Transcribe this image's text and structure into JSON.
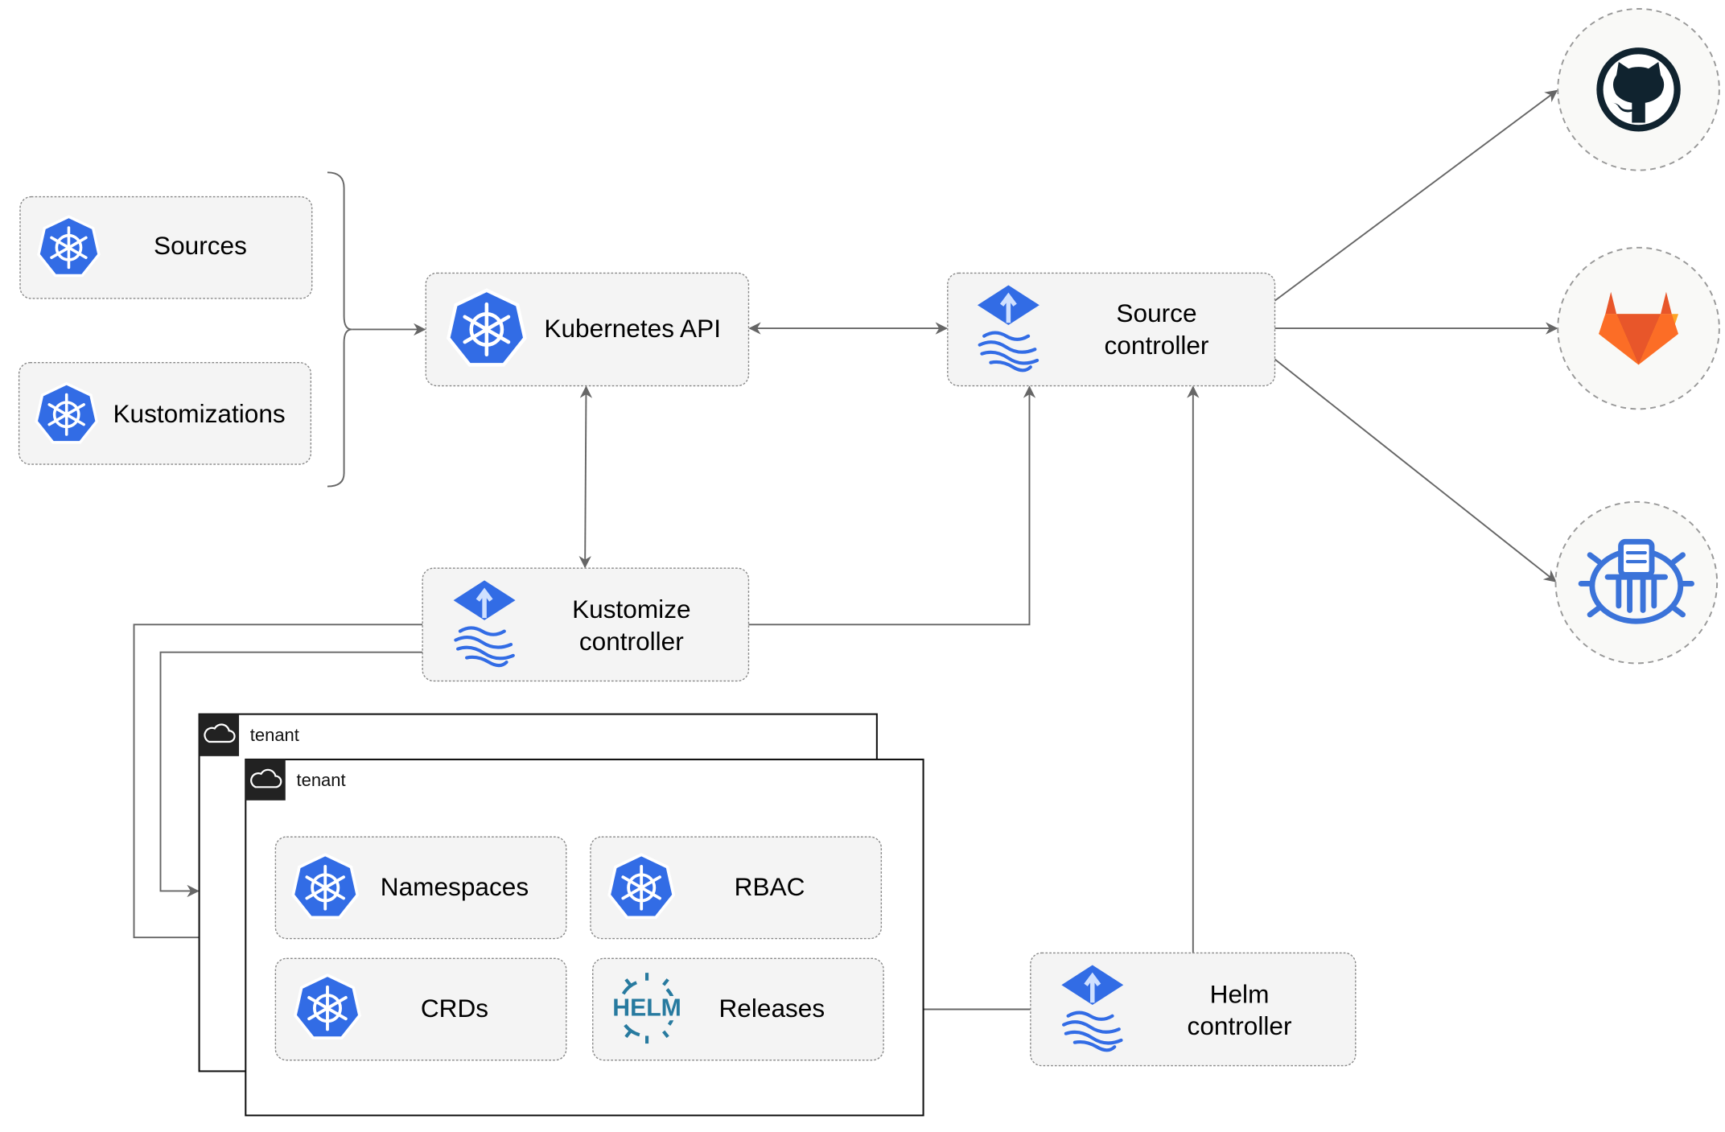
{
  "nodes": {
    "sources": "Sources",
    "kustomizations": "Kustomizations",
    "kubernetes_api": "Kubernetes API",
    "source_controller": [
      "Source",
      "controller"
    ],
    "kustomize_controller": [
      "Kustomize",
      "controller"
    ],
    "helm_controller": [
      "Helm",
      "controller"
    ],
    "namespaces": "Namespaces",
    "rbac": "RBAC",
    "crds": "CRDs",
    "releases": "Releases",
    "helm_logo": "HELM"
  },
  "tenants": [
    "tenant",
    "tenant"
  ],
  "external": [
    "github-icon",
    "gitlab-icon",
    "bucket-icon"
  ],
  "colors": {
    "kubernetes": "#326ce5",
    "helm": "#277a9f",
    "github": "#10232f",
    "gitlab": "#e8562a",
    "edge": "#666666"
  }
}
